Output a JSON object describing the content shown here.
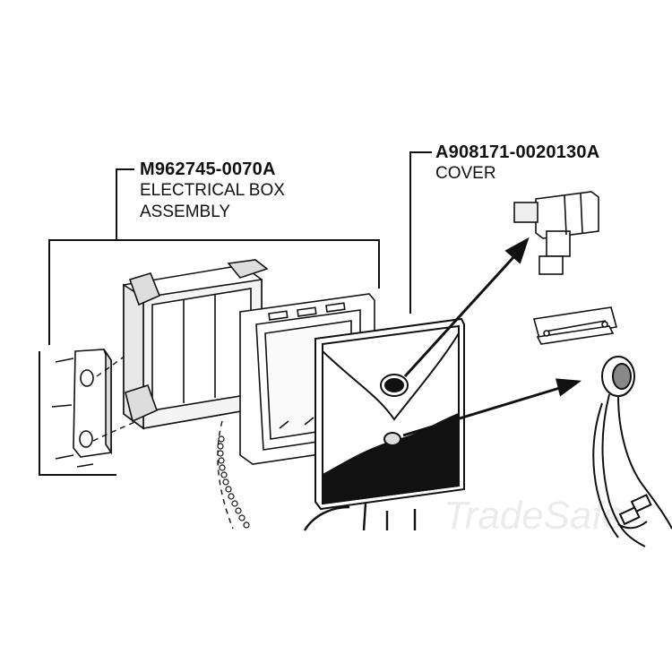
{
  "callouts": {
    "electrical_box": {
      "part_number": "M962745-0070A",
      "description_line1": "ELECTRICAL BOX",
      "description_line2": "ASSEMBLY"
    },
    "cover": {
      "part_number": "A908171-0020130A",
      "description_line1": "COVER"
    }
  },
  "watermark": "TradeSafe",
  "colors": {
    "ink": "#111111",
    "background": "#ffffff",
    "watermark": "#e8e8e8"
  }
}
